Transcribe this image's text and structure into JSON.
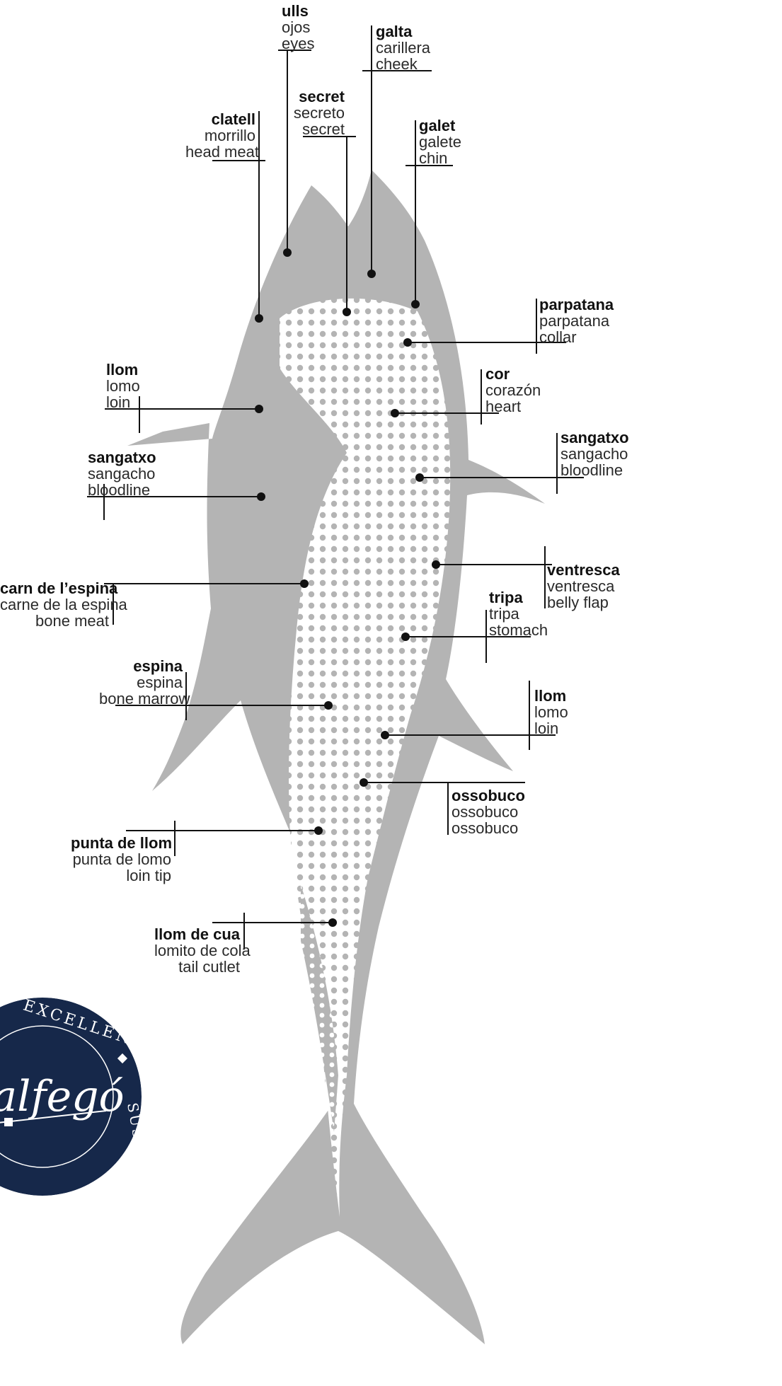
{
  "colors": {
    "fish": "#b4b4b4",
    "light": "#ffffff",
    "ink": "#111111",
    "seal": "#16284a"
  },
  "labels": [
    {
      "id": "ulls",
      "title": "ulls",
      "es": "ojos",
      "en": "eyes"
    },
    {
      "id": "galta",
      "title": "galta",
      "es": "carillera",
      "en": "cheek"
    },
    {
      "id": "secret",
      "title": "secret",
      "es": "secreto",
      "en": "secret"
    },
    {
      "id": "clatell",
      "title": "clatell",
      "es": "morrillo",
      "en": "head meat"
    },
    {
      "id": "galet",
      "title": "galet",
      "es": "galete",
      "en": "chin"
    },
    {
      "id": "parpatana",
      "title": "parpatana",
      "es": "parpatana",
      "en": "collar"
    },
    {
      "id": "llom-upper",
      "title": "llom",
      "es": "lomo",
      "en": "loin"
    },
    {
      "id": "cor",
      "title": "cor",
      "es": "corazón",
      "en": "heart"
    },
    {
      "id": "sangatxo-left",
      "title": "sangatxo",
      "es": "sangacho",
      "en": "bloodline"
    },
    {
      "id": "sangatxo-right",
      "title": "sangatxo",
      "es": "sangacho",
      "en": "bloodline"
    },
    {
      "id": "ventresca",
      "title": "ventresca",
      "es": "ventresca",
      "en": "belly flap"
    },
    {
      "id": "carn-espina",
      "title": "carn de l’espina",
      "es": "carne de la espina",
      "en": "bone meat"
    },
    {
      "id": "tripa",
      "title": "tripa",
      "es": "tripa",
      "en": "stomach"
    },
    {
      "id": "espina",
      "title": "espina",
      "es": "espina",
      "en": "bone marrow"
    },
    {
      "id": "llom-lower",
      "title": "llom",
      "es": "lomo",
      "en": "loin"
    },
    {
      "id": "ossobuco",
      "title": "ossobuco",
      "es": "ossobuco",
      "en": "ossobuco"
    },
    {
      "id": "punta-llom",
      "title": "punta de llom",
      "es": "punta de lomo",
      "en": "loin tip"
    },
    {
      "id": "llom-cua",
      "title": "llom de cua",
      "es": "lomito de cola",
      "en": "tail cutlet"
    }
  ],
  "logo": {
    "brand": "Balfegó",
    "ring_top": "EXCELLENCE",
    "ring_right": "SUSTAINABILITY"
  }
}
